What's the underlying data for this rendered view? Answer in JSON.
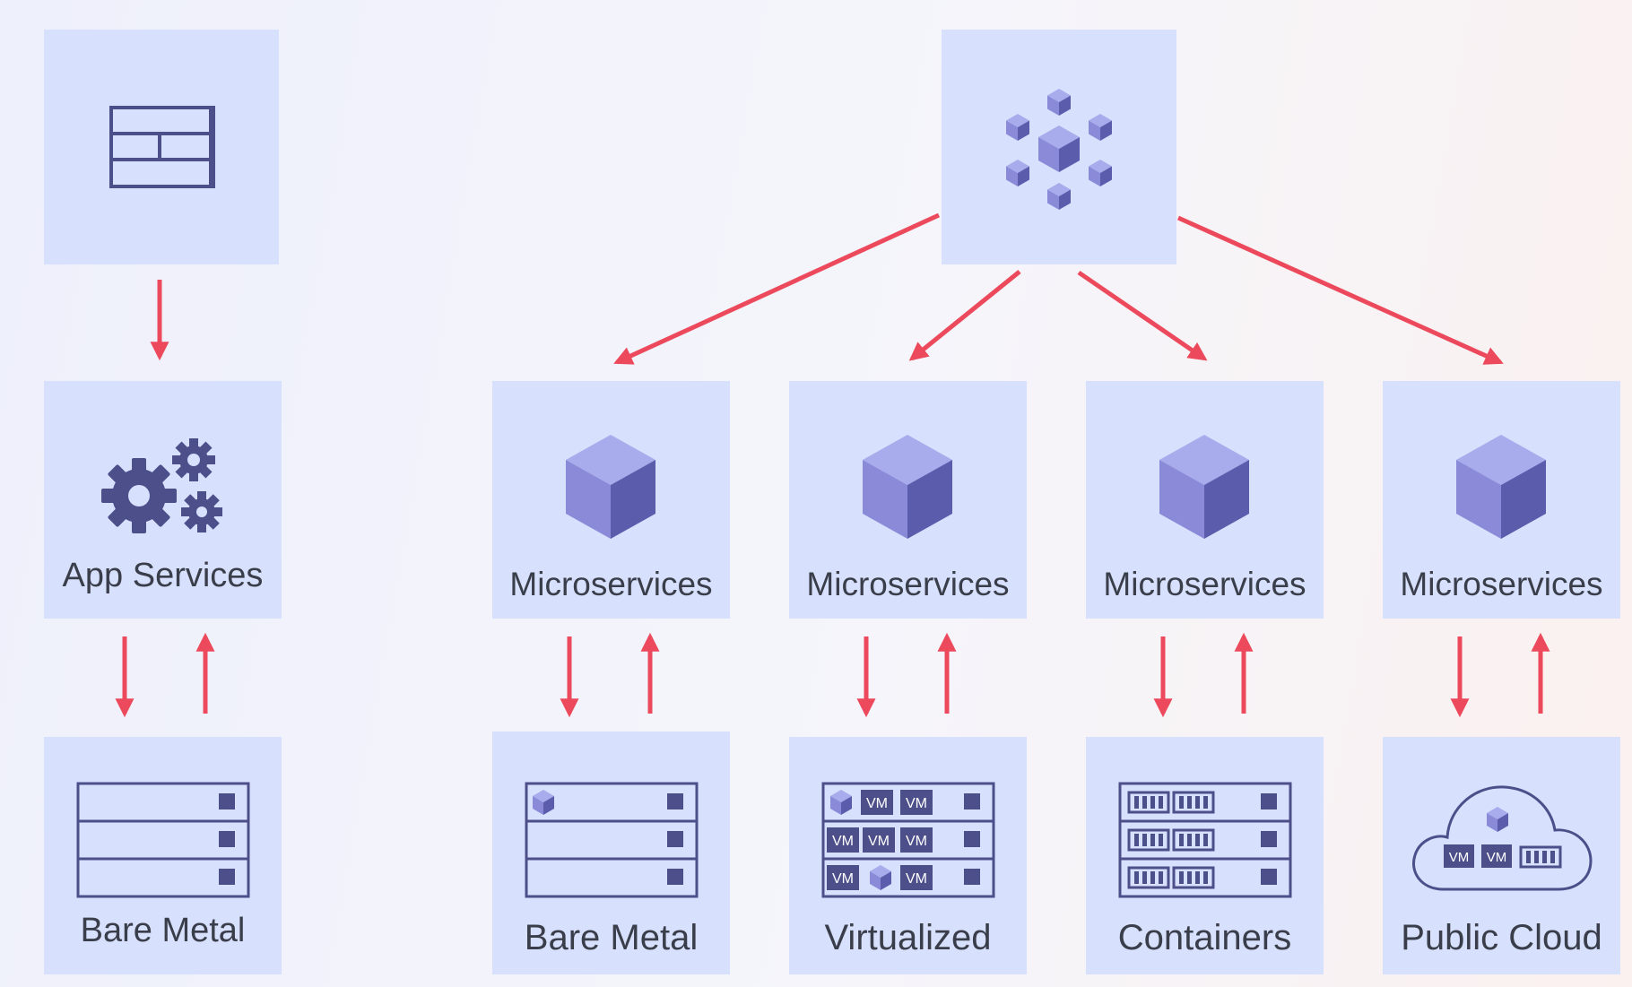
{
  "left_column": {
    "app_services_label": "App Services",
    "bare_metal_label": "Bare Metal"
  },
  "microservice_columns": [
    {
      "service_label": "Microservices",
      "infra_label": "Bare Metal"
    },
    {
      "service_label": "Microservices",
      "infra_label": "Virtualized"
    },
    {
      "service_label": "Microservices",
      "infra_label": "Containers"
    },
    {
      "service_label": "Microservices",
      "infra_label": "Public Cloud"
    }
  ],
  "vm_label": "VM",
  "colors": {
    "box": "#d7e0fc",
    "arrow": "#ec4a5c",
    "icon_dark": "#4c4f8a",
    "cube_left": "#8a8ad8",
    "cube_right": "#5c5cad",
    "cube_top": "#a8abec"
  }
}
